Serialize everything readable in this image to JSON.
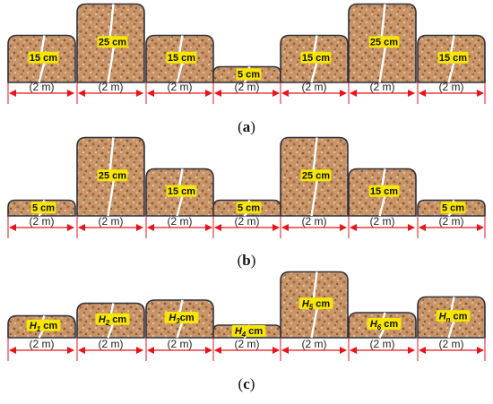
{
  "panels": [
    {
      "label_open": "(",
      "label_letter": "a",
      "label_close": ")",
      "blocks": [
        {
          "label": "15 cm",
          "height_cm": 15
        },
        {
          "label": "25 cm",
          "height_cm": 25
        },
        {
          "label": "15 cm",
          "height_cm": 15
        },
        {
          "label": "5 cm",
          "height_cm": 5
        },
        {
          "label": "15 cm",
          "height_cm": 15
        },
        {
          "label": "25 cm",
          "height_cm": 25
        },
        {
          "label": "15 cm",
          "height_cm": 15
        }
      ]
    },
    {
      "label_open": "(",
      "label_letter": "b",
      "label_close": ")",
      "blocks": [
        {
          "label": "5 cm",
          "height_cm": 5
        },
        {
          "label": "25 cm",
          "height_cm": 25
        },
        {
          "label": "15 cm",
          "height_cm": 15
        },
        {
          "label": "5 cm",
          "height_cm": 5
        },
        {
          "label": "25 cm",
          "height_cm": 25
        },
        {
          "label": "15 cm",
          "height_cm": 15
        },
        {
          "label": "5 cm",
          "height_cm": 5
        }
      ]
    },
    {
      "label_open": "(",
      "label_letter": "c",
      "label_close": ")",
      "blocks": [
        {
          "var": "H",
          "sub": "1",
          "unit": " cm",
          "height_cm": 7
        },
        {
          "var": "H",
          "sub": "2",
          "unit": " cm",
          "height_cm": 11
        },
        {
          "var": "H",
          "sub": "3",
          "unit": "cm",
          "height_cm": 12
        },
        {
          "var": "H",
          "sub": "4",
          "unit": " cm",
          "height_cm": 4
        },
        {
          "var": "H",
          "sub": "5",
          "unit": " cm",
          "height_cm": 21
        },
        {
          "var": "H",
          "sub": "6",
          "unit": " cm",
          "height_cm": 8
        },
        {
          "var": "H",
          "sub": "n",
          "unit": " cm",
          "height_cm": 13
        }
      ]
    }
  ],
  "span_label": "(2 m)",
  "colors": {
    "soil_fill": "#c8956a",
    "soil_dot_dark": "#8f5a2f",
    "soil_dot_light": "#e7c39b",
    "block_outline": "#2e3140",
    "label_bg": "#f6e600",
    "crack": "#ffffff",
    "dimension_arrow": "#e8141b"
  }
}
